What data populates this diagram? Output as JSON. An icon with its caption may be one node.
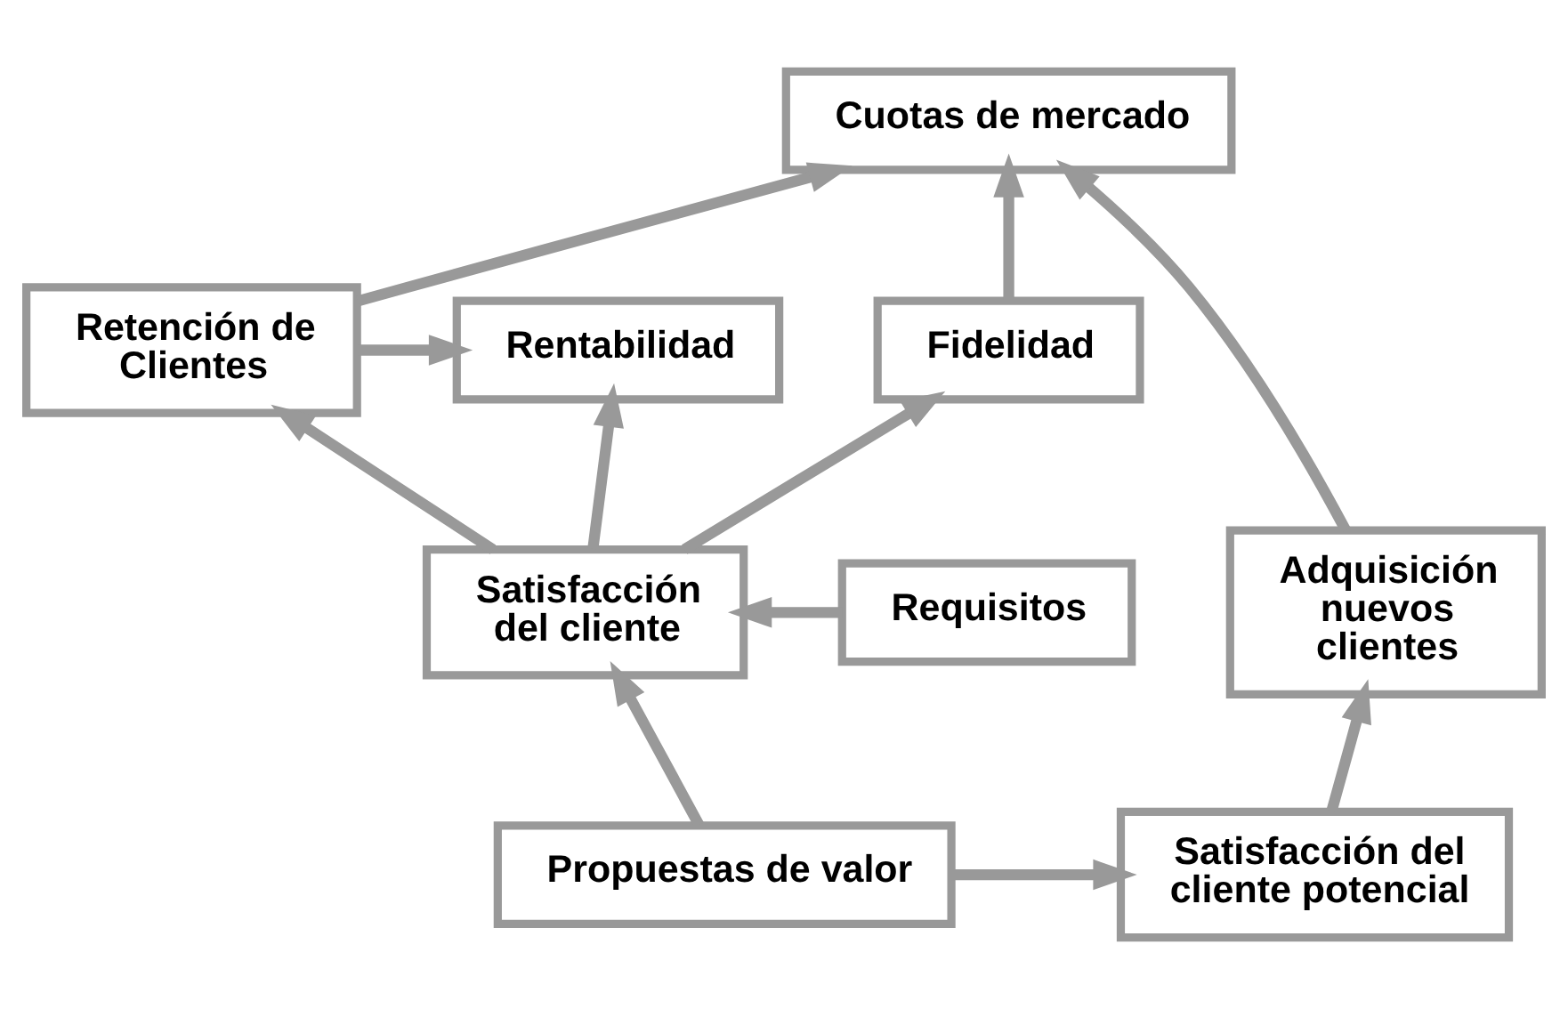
{
  "diagram": {
    "nodes": [
      {
        "text": [
          "Cuotas de mercado"
        ]
      },
      {
        "text": [
          "Fidelidad"
        ]
      },
      {
        "text": [
          "Retención de Clientes"
        ]
      },
      {
        "text": [
          "Rentabilidad"
        ]
      },
      {
        "text": [
          "Adquisición nuevos clientes"
        ]
      },
      {
        "text": [
          "Satisfacción del cliente"
        ]
      },
      {
        "text": [
          "Requisitos"
        ]
      },
      {
        "text": [
          "Satisfacción del cliente potencial"
        ]
      },
      {
        "text": [
          "Propuestas de valor"
        ]
      }
    ],
    "edges": [
      {
        "from": 4,
        "to": 0,
        "arrow": "to"
      },
      {
        "from": 1,
        "to": 0,
        "arrow": "to"
      },
      {
        "from": 2,
        "to": 0,
        "arrow": "to"
      },
      {
        "from": 2,
        "to": 3,
        "arrow": "to"
      },
      {
        "from": 5,
        "to": 1,
        "arrow": "to"
      },
      {
        "from": 5,
        "to": 2,
        "arrow": "to"
      },
      {
        "from": 5,
        "to": 3,
        "arrow": "to"
      },
      {
        "from": 6,
        "to": 5,
        "arrow": "to"
      },
      {
        "from": 8,
        "to": 5,
        "arrow": "to"
      },
      {
        "from": 8,
        "to": 7,
        "arrow": "to"
      },
      {
        "from": 7,
        "to": 4,
        "arrow": "to"
      }
    ]
  }
}
